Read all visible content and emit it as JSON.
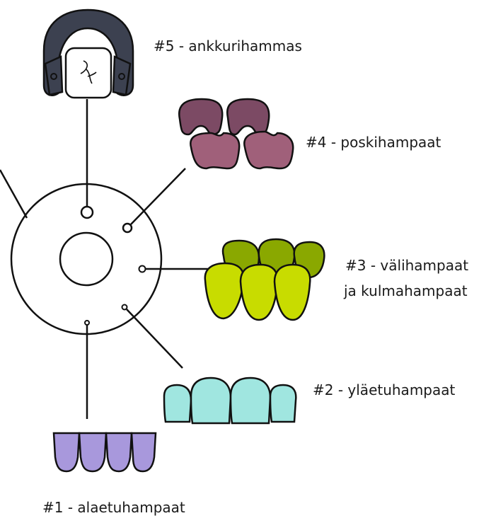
{
  "labels": {
    "anchor": "#5 - ankkurihammas",
    "molars": "#4 - poskihampaat",
    "premolars_line1": "#3 - välihampaat",
    "premolars_line2": "ja kulmahampaat",
    "upper_incisors": "#2 - yläetuhampaat",
    "lower_incisors": "#1 - alaetuhampaat"
  },
  "colors": {
    "outline": "#111111",
    "clamp": "#3c4150",
    "molars": "#a0607a",
    "molars_dark": "#7c4a64",
    "premolars_dark": "#8aa800",
    "premolars_light": "#c8dc00",
    "upper_incisors": "#a0e6e0",
    "lower_incisors": "#a898dc"
  },
  "icons": {
    "anchor": "rubber-dam-clamp-icon",
    "molars": "molar-teeth-icon",
    "premolars": "premolar-canine-teeth-icon",
    "upper_incisors": "upper-incisors-icon",
    "lower_incisors": "lower-incisors-icon"
  }
}
